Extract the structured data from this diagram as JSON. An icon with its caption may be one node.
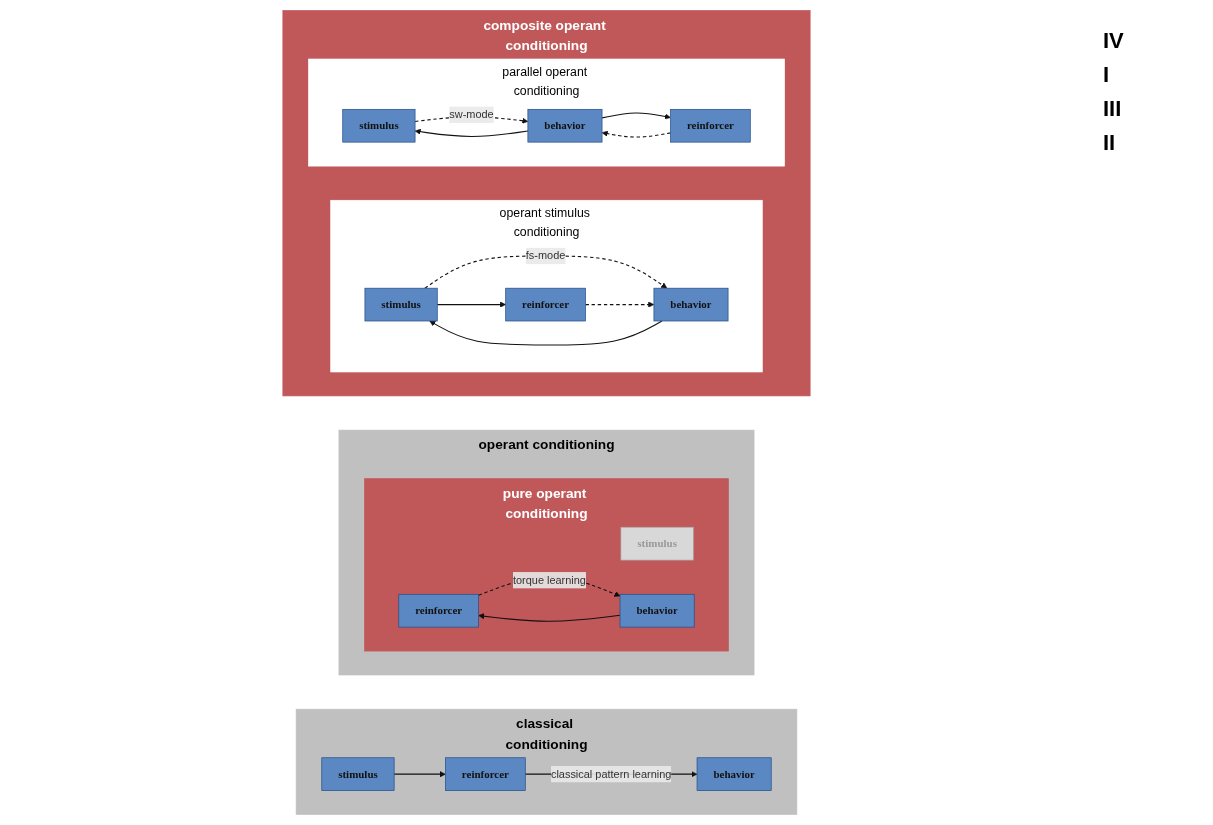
{
  "diagram": {
    "nodes": [
      {
        "text": [
          "classical conditioning"
        ]
      },
      {
        "text": [
          "stimulus"
        ],
        "in": 0
      },
      {
        "text": [
          "reinforcer"
        ],
        "in": 0
      },
      {
        "text": [
          "behavior"
        ],
        "in": 0
      },
      {
        "text": [
          "operant conditioning"
        ]
      },
      {
        "text": [
          "pure operant conditioning"
        ],
        "in": 4
      },
      {
        "text": [
          "stimulus"
        ],
        "in": 5
      },
      {
        "text": [
          "reinforcer"
        ],
        "in": 5
      },
      {
        "text": [
          "behavior"
        ],
        "in": 5
      },
      {
        "text": [
          "composite operant conditioning"
        ]
      },
      {
        "text": [
          "operant stimulus conditioning"
        ],
        "in": 9
      },
      {
        "text": [
          "stimulus"
        ],
        "in": 10
      },
      {
        "text": [
          "reinforcer"
        ],
        "in": 10
      },
      {
        "text": [
          "behavior"
        ],
        "in": 10
      },
      {
        "text": [
          "parallel operant conditioning"
        ],
        "in": 9
      },
      {
        "text": [
          "stimulus"
        ],
        "in": 14
      },
      {
        "text": [
          "reinforcer"
        ],
        "in": 14
      },
      {
        "text": [
          "behavior"
        ],
        "in": 14
      }
    ],
    "edges": [
      {
        "from": 1,
        "to": 2,
        "arrow": "to"
      },
      {
        "from": 2,
        "to": 3,
        "arrow": "to",
        "label": "classical pattern learning"
      },
      {
        "from": 7,
        "to": 8,
        "arrow": "to",
        "style": "dashed",
        "label": "torque learning"
      },
      {
        "from": 8,
        "to": 7,
        "arrow": "to"
      },
      {
        "from": 11,
        "to": 12,
        "arrow": "to"
      },
      {
        "from": 11,
        "to": 13,
        "arrow": "to",
        "style": "dashed",
        "label": "fs-mode"
      },
      {
        "from": 12,
        "to": 13,
        "arrow": "to",
        "style": "dashed"
      },
      {
        "from": 13,
        "to": 11,
        "arrow": "to"
      },
      {
        "from": 15,
        "to": 17,
        "arrow": "to",
        "style": "dashed",
        "label": "sw-mode"
      },
      {
        "from": 16,
        "to": 17,
        "arrow": "to",
        "style": "dashed"
      },
      {
        "from": 17,
        "to": 15,
        "arrow": "to"
      },
      {
        "from": 17,
        "to": 16,
        "arrow": "to"
      }
    ],
    "labels": [
      "IV",
      "I",
      "III",
      "II"
    ]
  }
}
